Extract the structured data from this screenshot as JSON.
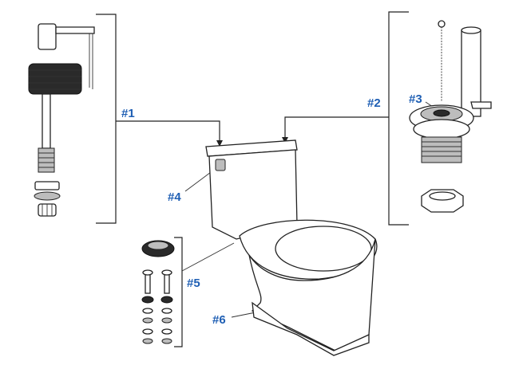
{
  "colors": {
    "callout": "#1f5fb4",
    "line": "#222222",
    "background": "#ffffff"
  },
  "callouts": [
    {
      "id": "1",
      "label": "#1"
    },
    {
      "id": "2",
      "label": "#2"
    },
    {
      "id": "3",
      "label": "#3"
    },
    {
      "id": "4",
      "label": "#4"
    },
    {
      "id": "5",
      "label": "#5"
    },
    {
      "id": "6",
      "label": "#6"
    }
  ]
}
